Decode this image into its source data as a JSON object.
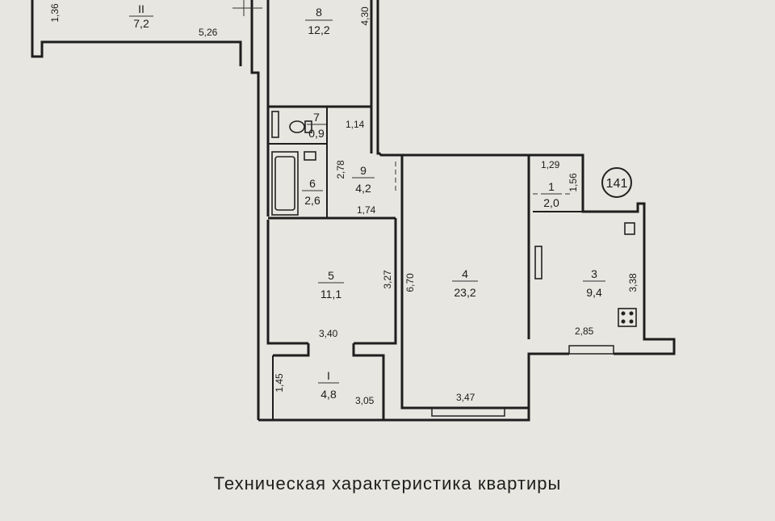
{
  "rooms": [
    {
      "id": "II",
      "number": "II",
      "area": "7,2"
    },
    {
      "id": "8",
      "number": "8",
      "area": "12,2"
    },
    {
      "id": "7",
      "number": "7",
      "area": "0,9"
    },
    {
      "id": "6",
      "number": "6",
      "area": "2,6"
    },
    {
      "id": "9",
      "number": "9",
      "area": "4,2"
    },
    {
      "id": "5",
      "number": "5",
      "area": "11,1"
    },
    {
      "id": "4",
      "number": "4",
      "area": "23,2"
    },
    {
      "id": "1",
      "number": "1",
      "area": "2,0"
    },
    {
      "id": "3",
      "number": "3",
      "area": "9,4"
    },
    {
      "id": "I",
      "number": "I",
      "area": "4,8"
    }
  ],
  "dimensions": {
    "d136": "1,36",
    "d526": "5,26",
    "d430": "4,30",
    "d114": "1,14",
    "d278": "2,78",
    "d174": "1,74",
    "d129": "1,29",
    "d156": "1,56",
    "d327": "3,27",
    "d670": "6,70",
    "d338": "3,38",
    "d340": "3,40",
    "d285": "2,85",
    "d145": "1,45",
    "d305": "3,05",
    "d347": "3,47"
  },
  "apartment_number": "141",
  "footer_title": "Техническая характеристика квартиры"
}
